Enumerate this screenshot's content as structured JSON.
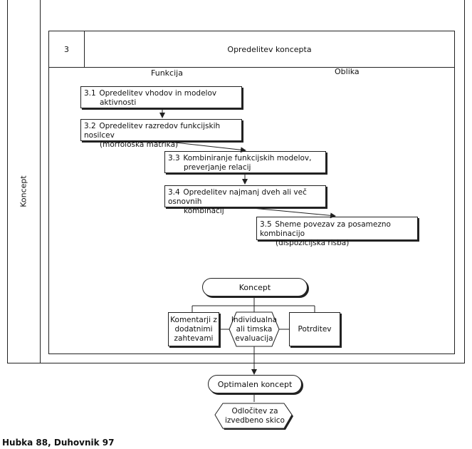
{
  "header": {
    "number": "3",
    "title": "Opredelitev koncepta"
  },
  "side_label": "Koncept",
  "columns": {
    "left": "Funkcija",
    "right": "Oblika"
  },
  "steps": [
    {
      "num": "3.1",
      "text": "Opredelitev vhodov in modelov",
      "text2": "aktivnosti"
    },
    {
      "num": "3.2",
      "text": "Opredelitev razredov funkcijskih nosilcev",
      "text2": "(morfološka matrika)"
    },
    {
      "num": "3.3",
      "text": "Kombiniranje funkcijskih modelov,",
      "text2": "preverjanje relacij"
    },
    {
      "num": "3.4",
      "text": "Opredelitev najmanj dveh ali več osnovnih",
      "text2": "kombinacij"
    },
    {
      "num": "3.5",
      "text": "Sheme povezav za posamezno kombinacijo",
      "text2": "(dispozicijska risba)"
    }
  ],
  "koncept_pill": "Koncept",
  "left_box": {
    "l1": "Komentarji z",
    "l2": "dodatnimi",
    "l3": "zahtevami"
  },
  "center_hex": {
    "l1": "Individualna",
    "l2": "ali timska",
    "l3": "evaluacija"
  },
  "right_box": "Potrditev",
  "optimal_pill": "Optimalen koncept",
  "decision_hex": {
    "l1": "Odločitev za",
    "l2": "izvedbeno skico"
  },
  "citation": "Hubka 88, Duhovnik 97"
}
